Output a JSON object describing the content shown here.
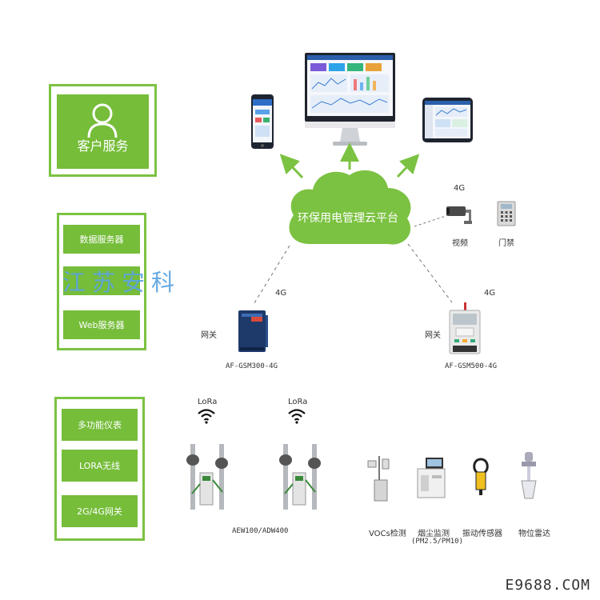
{
  "left_panels": {
    "customer_service": "客户服务",
    "servers": [
      "数据服务器",
      "",
      "Web服务器"
    ],
    "devices": [
      "多功能仪表",
      "LORA无线",
      "2G/4G网关"
    ]
  },
  "watermark": "江苏安科",
  "cloud": {
    "label": "环保用电管理云平台"
  },
  "side_devices": {
    "network_label": "4G",
    "video_label": "视频",
    "access_label": "门禁"
  },
  "gateways": [
    {
      "net": "4G",
      "role": "网关",
      "model": "AF-GSM300-4G"
    },
    {
      "net": "4G",
      "role": "网关",
      "model": "AF-GSM500-4G"
    }
  ],
  "lora": {
    "label_1": "LoRa",
    "label_2": "LoRa"
  },
  "meters": {
    "model": "AEW100/ADW400"
  },
  "sensors": [
    {
      "label": "VOCs检测",
      "sub": ""
    },
    {
      "label": "烟尘监测",
      "sub": "(PM2.5/PM10)"
    },
    {
      "label": "振动传感器",
      "sub": ""
    },
    {
      "label": "物位雷达",
      "sub": ""
    }
  ],
  "footer": "E9688.COM",
  "colors": {
    "green": "#76bd3a",
    "border": "#7cc242",
    "watermark": "#5ba3e0"
  }
}
